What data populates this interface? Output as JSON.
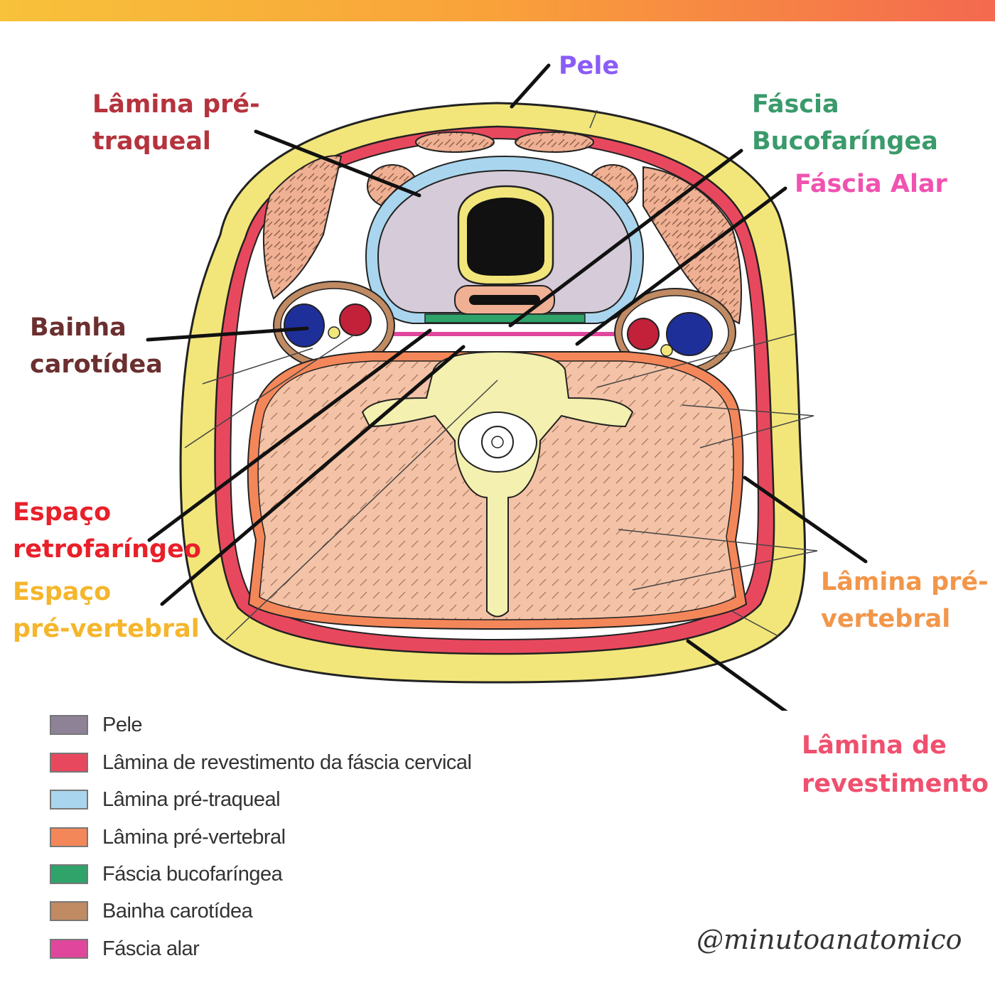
{
  "labels": {
    "pele": "Pele",
    "lamina_pre_traqueal_1": "Lâmina pré-",
    "lamina_pre_traqueal_2": "traqueal",
    "fascia_bucofaringea_1": "Fáscia",
    "fascia_bucofaringea_2": "Bucofaríngea",
    "fascia_alar": "Fáscia Alar",
    "bainha_carotidea_1": "Bainha",
    "bainha_carotidea_2": "carotídea",
    "espaco_retrofaringeo_1": "Espaço",
    "espaco_retrofaringeo_2": "retrofaríngeo",
    "espaco_pre_vertebral_1": "Espaço",
    "espaco_pre_vertebral_2": "pré-vertebral",
    "lamina_pre_vertebral_1": "Lâmina pré-",
    "lamina_pre_vertebral_2": "vertebral",
    "lamina_revestimento_1": "Lâmina de",
    "lamina_revestimento_2": "revestimento"
  },
  "label_colors": {
    "pele": "#8b5cf6",
    "lamina_pre_traqueal": "#b5333d",
    "fascia_bucofaringea": "#3a9a6b",
    "fascia_alar": "#f052b0",
    "bainha_carotidea": "#6b2f2f",
    "espaco_retrofaringeo": "#e8202a",
    "espaco_pre_vertebral": "#f5b62c",
    "lamina_pre_vertebral": "#f2964a",
    "lamina_revestimento": "#f0506e"
  },
  "legend": [
    {
      "label": "Pele",
      "color": "#8d8296"
    },
    {
      "label": "Lâmina de revestimento da fáscia cervical",
      "color": "#e8485e"
    },
    {
      "label": "Lâmina pré-traqueal",
      "color": "#a9d6ee"
    },
    {
      "label": "Lâmina pré-vertebral",
      "color": "#f4875a"
    },
    {
      "label": "Fáscia bucofaríngea",
      "color": "#2fa36a"
    },
    {
      "label": "Bainha carotídea",
      "color": "#c08a63"
    },
    {
      "label": "Fáscia alar",
      "color": "#e0479c"
    }
  ],
  "handle": "@minutoanatomico"
}
